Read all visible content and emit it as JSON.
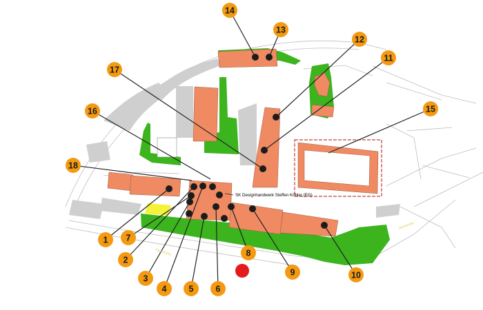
{
  "colors": {
    "building": "#f08a62",
    "green": "#3cb41e",
    "gray_area": "#cfcfcf",
    "yellow": "#f5f23a",
    "badge": "#f39a12",
    "dot": "#1c1c1c",
    "current_location": "#e31b1b",
    "leader": "#222222",
    "plan_lines": "#b9b9b9",
    "boundary": "#c53a3a"
  },
  "shop_label": "SK Designhandwerk Steffen Köhler (EG)",
  "street_labels": [
    "Salzstraße",
    "Salzstraße"
  ],
  "markers": [
    {
      "number": "1"
    },
    {
      "number": "2"
    },
    {
      "number": "3"
    },
    {
      "number": "4"
    },
    {
      "number": "5"
    },
    {
      "number": "6"
    },
    {
      "number": "7"
    },
    {
      "number": "8"
    },
    {
      "number": "9"
    },
    {
      "number": "10"
    },
    {
      "number": "11"
    },
    {
      "number": "12"
    },
    {
      "number": "13"
    },
    {
      "number": "14"
    },
    {
      "number": "15"
    },
    {
      "number": "16"
    },
    {
      "number": "17"
    },
    {
      "number": "18"
    }
  ],
  "current_location_icon": "red-dot-icon"
}
